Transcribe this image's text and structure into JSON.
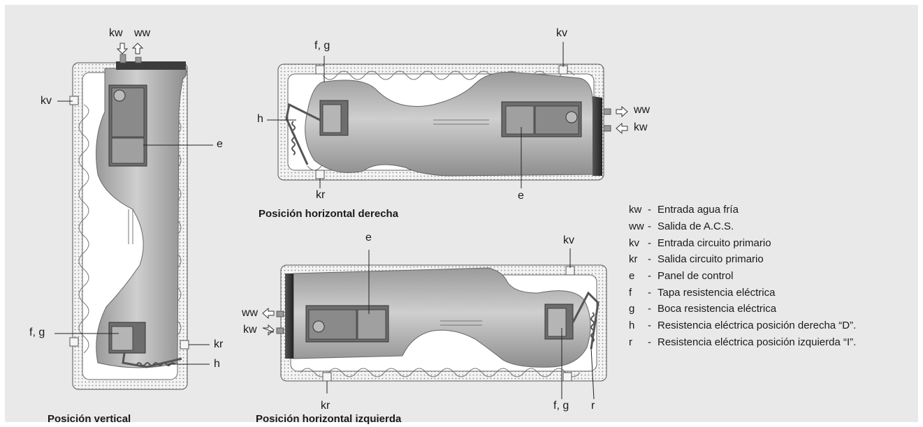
{
  "views": {
    "vertical": {
      "caption": "Posición vertical"
    },
    "horizontal_right": {
      "caption": "Posición horizontal derecha"
    },
    "horizontal_left": {
      "caption": "Posición horizontal izquierda"
    }
  },
  "labels": {
    "kw": "kw",
    "ww": "ww",
    "kv": "kv",
    "kr": "kr",
    "e": "e",
    "fg": "f, g",
    "h": "h",
    "r": "r"
  },
  "legend": [
    {
      "code": "kw",
      "text": "Entrada agua fría"
    },
    {
      "code": "ww",
      "text": "Salida de A.C.S."
    },
    {
      "code": "kv",
      "text": "Entrada circuito primario"
    },
    {
      "code": "kr",
      "text": "Salida circuito primario"
    },
    {
      "code": "e",
      "text": "Panel de control"
    },
    {
      "code": "f",
      "text": "Tapa resistencia eléctrica"
    },
    {
      "code": "g",
      "text": "Boca resistencia eléctrica"
    },
    {
      "code": "h",
      "text": "Resistencia eléctrica posición derecha “D”."
    },
    {
      "code": "r",
      "text": "Resistencia eléctrica posición izquierda “I”."
    }
  ]
}
